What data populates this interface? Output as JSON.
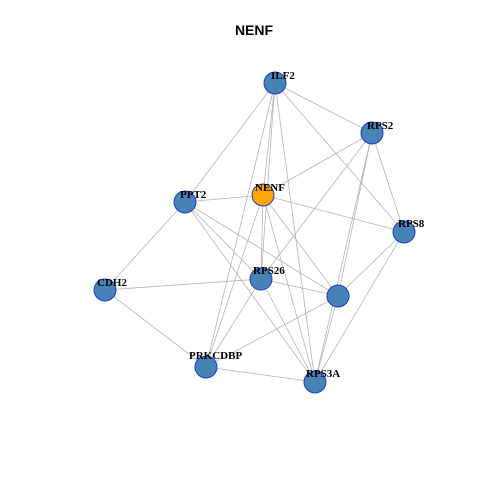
{
  "figure": {
    "title": "NENF"
  },
  "colors": {
    "hub_fill": "#FFA500",
    "node_fill": "#4682B4",
    "node_stroke": "#1F3DCC",
    "edge": "#B4B4B4"
  },
  "nodes": [
    {
      "id": "ILF2",
      "label": "ILF2",
      "hub": false
    },
    {
      "id": "RPS2",
      "label": "RPS2",
      "hub": false
    },
    {
      "id": "PPT2",
      "label": "PPT2",
      "hub": false
    },
    {
      "id": "NENF",
      "label": "NENF",
      "hub": true
    },
    {
      "id": "RPS8",
      "label": "RPS8",
      "hub": false
    },
    {
      "id": "CDH2",
      "label": "CDH2",
      "hub": false
    },
    {
      "id": "RPS26",
      "label": "RPS26",
      "hub": false
    },
    {
      "id": "UNLABELED",
      "label": "",
      "hub": false
    },
    {
      "id": "PRKCDBP",
      "label": "PRKCDBP",
      "hub": false
    },
    {
      "id": "RPS3A",
      "label": "RPS3A",
      "hub": false
    }
  ],
  "edges": [
    [
      "ILF2",
      "RPS2"
    ],
    [
      "ILF2",
      "PPT2"
    ],
    [
      "ILF2",
      "NENF"
    ],
    [
      "ILF2",
      "RPS8"
    ],
    [
      "ILF2",
      "RPS26"
    ],
    [
      "ILF2",
      "PRKCDBP"
    ],
    [
      "ILF2",
      "RPS3A"
    ],
    [
      "RPS2",
      "NENF"
    ],
    [
      "RPS2",
      "RPS8"
    ],
    [
      "RPS2",
      "RPS26"
    ],
    [
      "RPS2",
      "UNLABELED"
    ],
    [
      "RPS2",
      "RPS3A"
    ],
    [
      "PPT2",
      "NENF"
    ],
    [
      "PPT2",
      "CDH2"
    ],
    [
      "PPT2",
      "RPS26"
    ],
    [
      "PPT2",
      "UNLABELED"
    ],
    [
      "PPT2",
      "RPS3A"
    ],
    [
      "NENF",
      "RPS8"
    ],
    [
      "NENF",
      "RPS26"
    ],
    [
      "NENF",
      "UNLABELED"
    ],
    [
      "NENF",
      "PRKCDBP"
    ],
    [
      "NENF",
      "RPS3A"
    ],
    [
      "RPS8",
      "UNLABELED"
    ],
    [
      "RPS8",
      "RPS3A"
    ],
    [
      "CDH2",
      "RPS26"
    ],
    [
      "CDH2",
      "PRKCDBP"
    ],
    [
      "RPS26",
      "UNLABELED"
    ],
    [
      "RPS26",
      "PRKCDBP"
    ],
    [
      "RPS26",
      "RPS3A"
    ],
    [
      "UNLABELED",
      "PRKCDBP"
    ],
    [
      "UNLABELED",
      "RPS3A"
    ],
    [
      "PRKCDBP",
      "RPS3A"
    ]
  ]
}
